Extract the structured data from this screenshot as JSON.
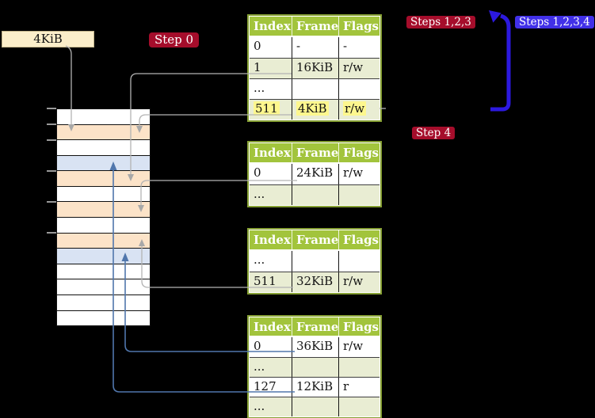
{
  "frame_box": {
    "label": "4KiB"
  },
  "step_labels": {
    "step0": "Step 0",
    "steps123": "Steps 1,2,3",
    "steps1234": "Steps 1,2,3,4",
    "step4": "Step 4"
  },
  "memory": {
    "rows": [
      "white",
      "peach",
      "white",
      "blue",
      "peach",
      "white",
      "peach",
      "white",
      "peach",
      "blue",
      "white",
      "white",
      "white",
      "white"
    ]
  },
  "tables": [
    {
      "headers": [
        "Index",
        "Frame",
        "Flags"
      ],
      "rows": [
        {
          "cells": [
            "0",
            "-",
            "-"
          ]
        },
        {
          "cells": [
            "1",
            "16KiB",
            "r/w"
          ]
        },
        {
          "cells": [
            "...",
            "",
            ""
          ]
        },
        {
          "cells": [
            "511",
            "4KiB",
            "r/w"
          ]
        }
      ]
    },
    {
      "headers": [
        "Index",
        "Frame",
        "Flags"
      ],
      "rows": [
        {
          "cells": [
            "0",
            "24KiB",
            "r/w"
          ]
        },
        {
          "cells": [
            "...",
            "",
            ""
          ]
        }
      ]
    },
    {
      "headers": [
        "Index",
        "Frame",
        "Flags"
      ],
      "rows": [
        {
          "cells": [
            "...",
            "",
            ""
          ]
        },
        {
          "cells": [
            "511",
            "32KiB",
            "r/w"
          ]
        }
      ]
    },
    {
      "headers": [
        "Index",
        "Frame",
        "Flags"
      ],
      "rows": [
        {
          "cells": [
            "0",
            "36KiB",
            "r/w"
          ]
        },
        {
          "cells": [
            "...",
            "",
            ""
          ]
        },
        {
          "cells": [
            "127",
            "12KiB",
            "r"
          ]
        },
        {
          "cells": [
            "...",
            "",
            ""
          ]
        }
      ]
    }
  ],
  "colors": {
    "crimson_badge": "#a50d2b",
    "blue_badge": "#4130e8",
    "thick_arrow_blue": "#2c19df",
    "table_header_green": "#a2c43c",
    "table_border_olive": "#87a134",
    "table_row_green": "#e9edd3",
    "highlight_yellow": "#fdf78e",
    "memory_peach": "#fce3c8",
    "memory_blue": "#d9e3f3",
    "connector_gray": "#b3b3b3",
    "connector_steelblue": "#5076ac",
    "frame_box_cream": "#fbeeca"
  }
}
